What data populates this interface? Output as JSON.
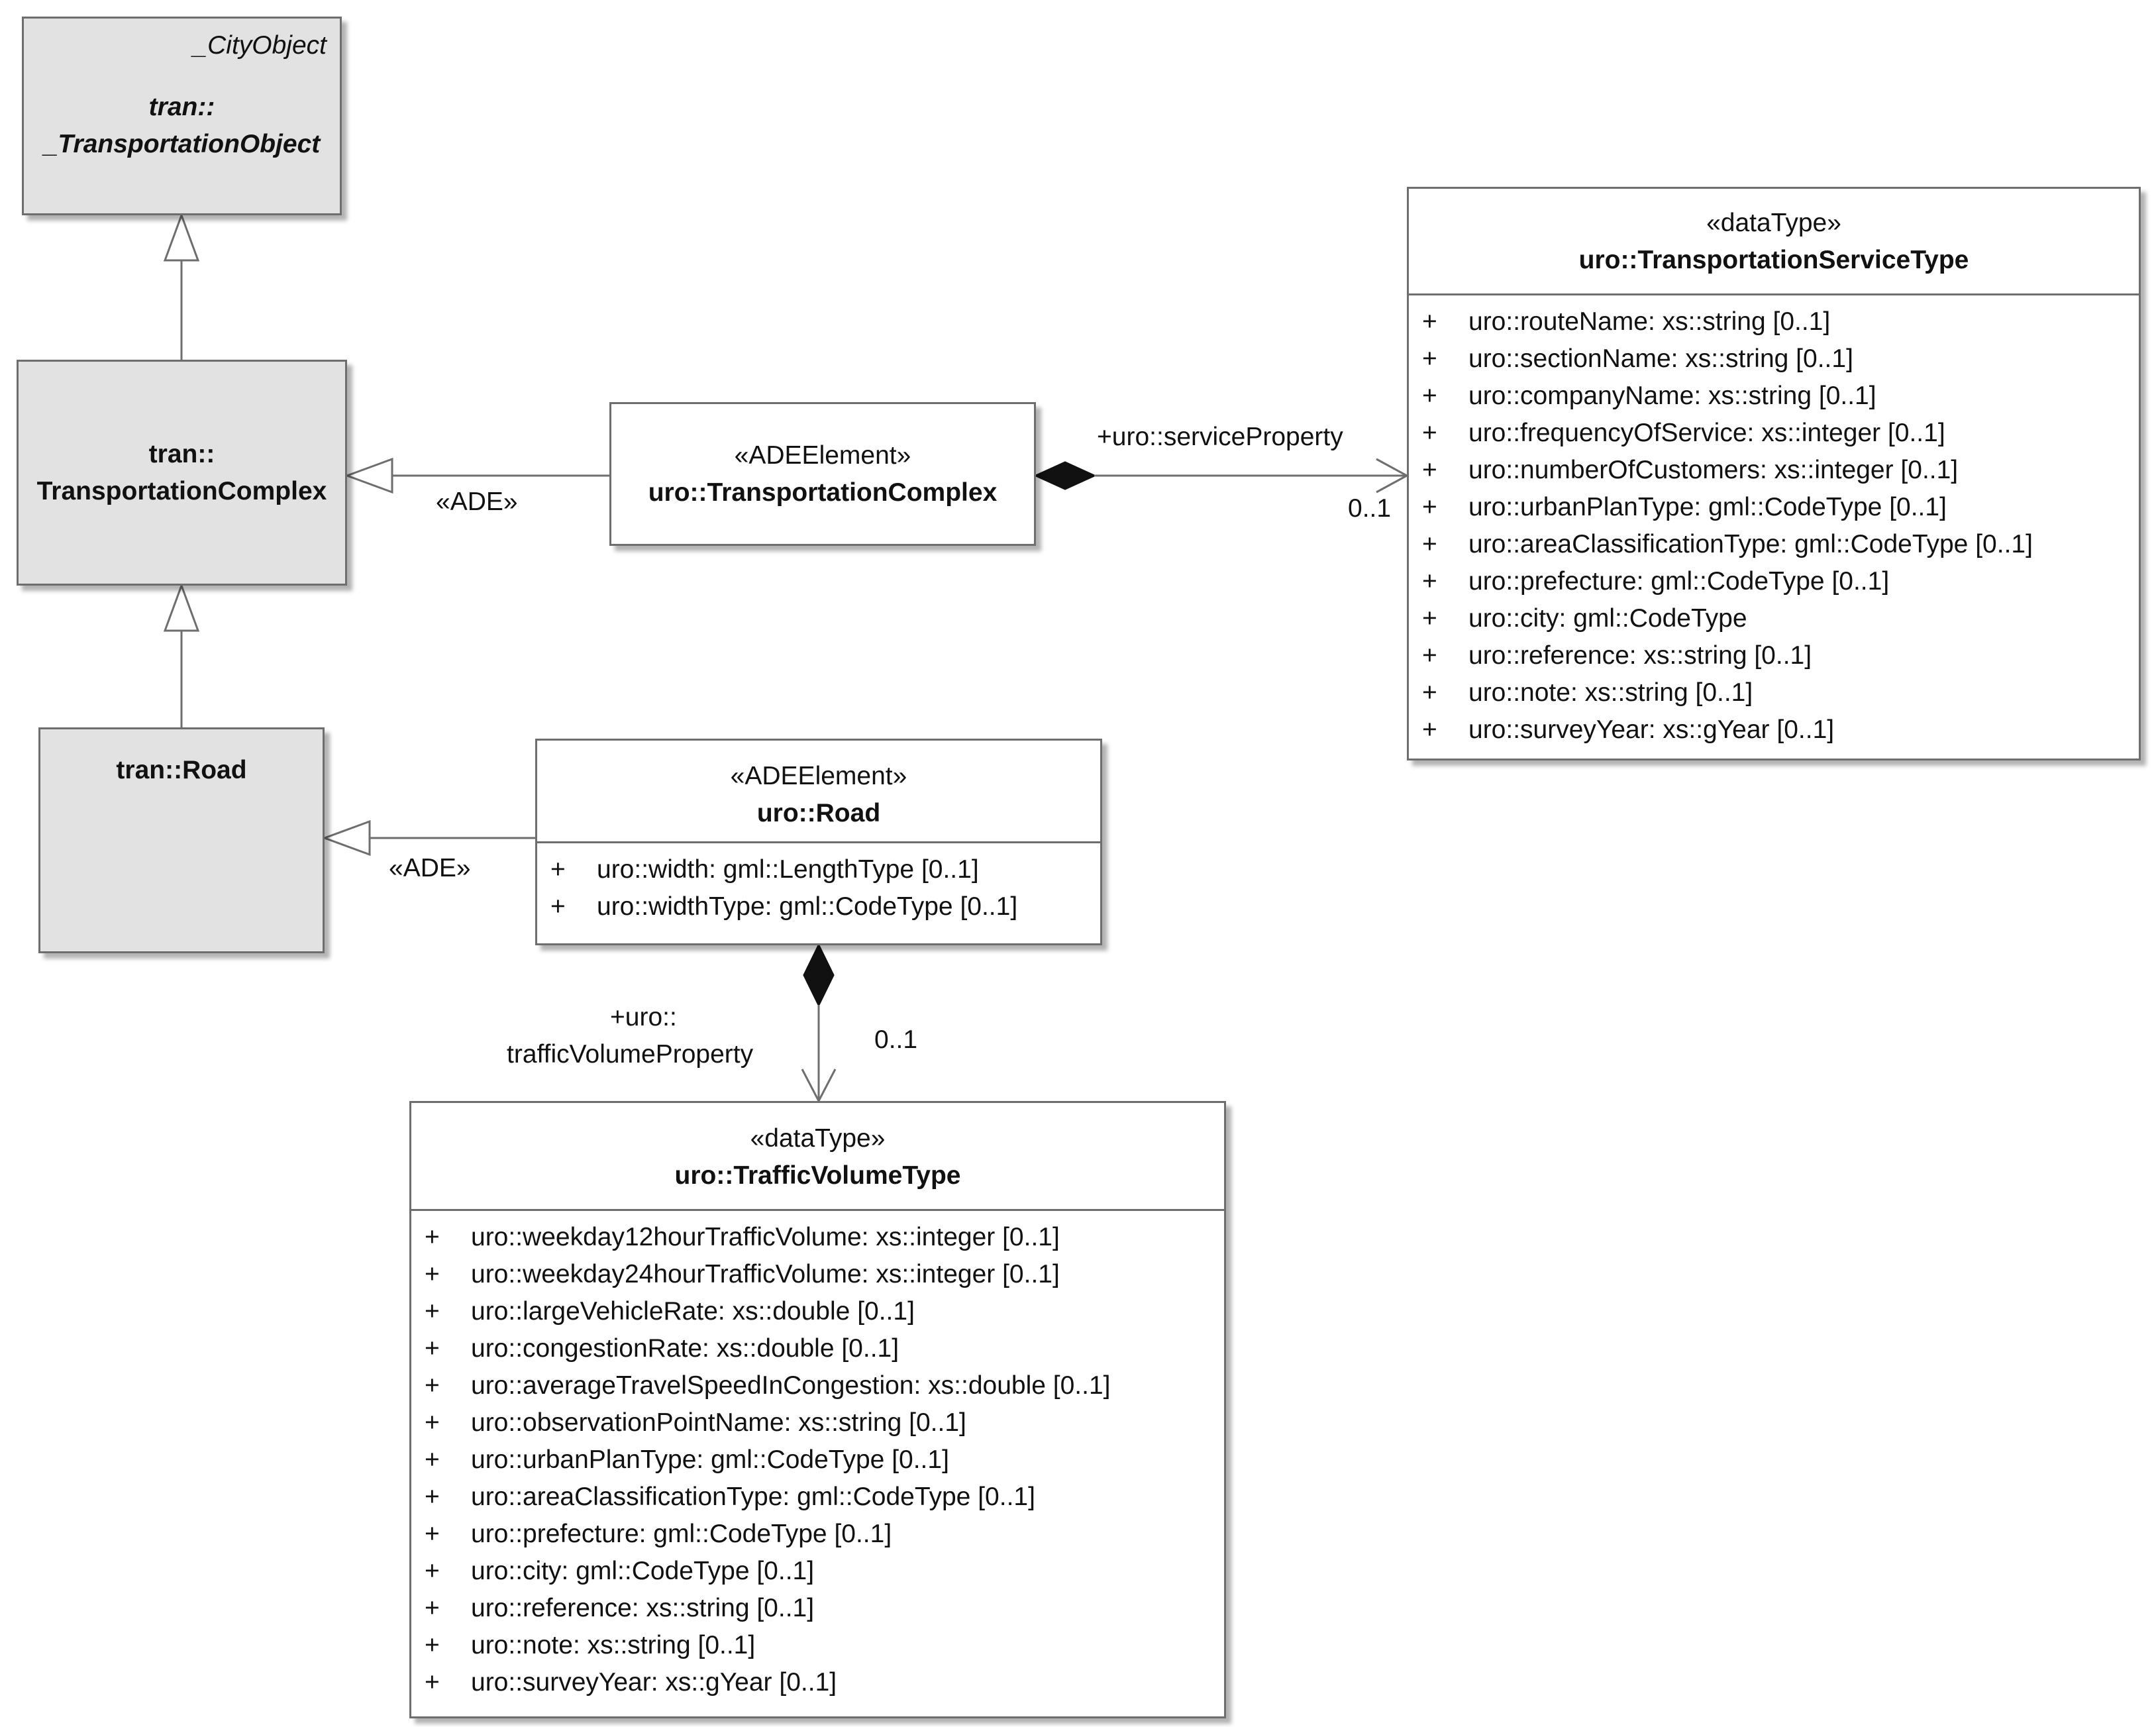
{
  "classes": {
    "transportation_object": {
      "parent_label": "_CityObject",
      "name_line1": "tran::",
      "name_line2": "_TransportationObject"
    },
    "transportation_complex": {
      "name_line1": "tran::",
      "name_line2": "TransportationComplex"
    },
    "road": {
      "name": "tran::Road"
    },
    "uro_transportation_complex": {
      "stereotype": "«ADEElement»",
      "name": "uro::TransportationComplex"
    },
    "uro_road": {
      "stereotype": "«ADEElement»",
      "name": "uro::Road",
      "attributes": [
        {
          "vis": "+",
          "text": "uro::width: gml::LengthType [0..1]"
        },
        {
          "vis": "+",
          "text": "uro::widthType: gml::CodeType [0..1]"
        }
      ]
    },
    "transportation_service_type": {
      "stereotype": "«dataType»",
      "name": "uro::TransportationServiceType",
      "attributes": [
        {
          "vis": "+",
          "text": "uro::routeName: xs::string [0..1]"
        },
        {
          "vis": "+",
          "text": "uro::sectionName: xs::string [0..1]"
        },
        {
          "vis": "+",
          "text": "uro::companyName: xs::string [0..1]"
        },
        {
          "vis": "+",
          "text": "uro::frequencyOfService: xs::integer [0..1]"
        },
        {
          "vis": "+",
          "text": "uro::numberOfCustomers: xs::integer [0..1]"
        },
        {
          "vis": "+",
          "text": "uro::urbanPlanType: gml::CodeType [0..1]"
        },
        {
          "vis": "+",
          "text": "uro::areaClassificationType: gml::CodeType [0..1]"
        },
        {
          "vis": "+",
          "text": "uro::prefecture: gml::CodeType [0..1]"
        },
        {
          "vis": "+",
          "text": "uro::city: gml::CodeType"
        },
        {
          "vis": "+",
          "text": "uro::reference: xs::string [0..1]"
        },
        {
          "vis": "+",
          "text": "uro::note: xs::string [0..1]"
        },
        {
          "vis": "+",
          "text": "uro::surveyYear: xs::gYear [0..1]"
        }
      ]
    },
    "traffic_volume_type": {
      "stereotype": "«dataType»",
      "name": "uro::TrafficVolumeType",
      "attributes": [
        {
          "vis": "+",
          "text": "uro::weekday12hourTrafficVolume: xs::integer [0..1]"
        },
        {
          "vis": "+",
          "text": "uro::weekday24hourTrafficVolume: xs::integer [0..1]"
        },
        {
          "vis": "+",
          "text": "uro::largeVehicleRate: xs::double [0..1]"
        },
        {
          "vis": "+",
          "text": "uro::congestionRate: xs::double [0..1]"
        },
        {
          "vis": "+",
          "text": "uro::averageTravelSpeedInCongestion: xs::double [0..1]"
        },
        {
          "vis": "+",
          "text": "uro::observationPointName: xs::string [0..1]"
        },
        {
          "vis": "+",
          "text": "uro::urbanPlanType: gml::CodeType [0..1]"
        },
        {
          "vis": "+",
          "text": "uro::areaClassificationType: gml::CodeType [0..1]"
        },
        {
          "vis": "+",
          "text": "uro::prefecture: gml::CodeType [0..1]"
        },
        {
          "vis": "+",
          "text": "uro::city: gml::CodeType [0..1]"
        },
        {
          "vis": "+",
          "text": "uro::reference: xs::string [0..1]"
        },
        {
          "vis": "+",
          "text": "uro::note: xs::string [0..1]"
        },
        {
          "vis": "+",
          "text": "uro::surveyYear: xs::gYear [0..1]"
        }
      ]
    }
  },
  "connectors": {
    "complex_ade_label": "«ADE»",
    "road_ade_label": "«ADE»",
    "service_property_role": "+uro::serviceProperty",
    "service_property_multiplicity": "0..1",
    "traffic_volume_role_line1": "+uro::",
    "traffic_volume_role_line2": "trafficVolumeProperty",
    "traffic_volume_multiplicity": "0..1"
  },
  "colors": {
    "abstract_fill": "#e2e2e2",
    "class_fill": "#ffffff",
    "border": "#6e6e6e",
    "line": "#6e6e6e"
  }
}
